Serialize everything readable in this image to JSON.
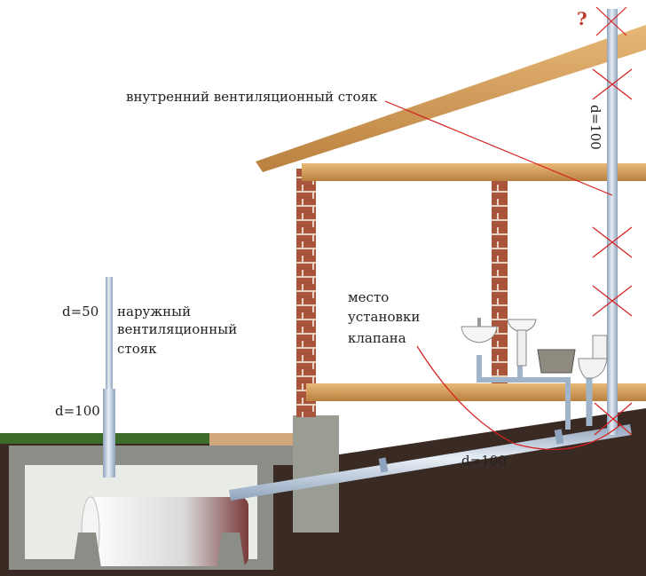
{
  "labels": {
    "inner_riser": "внутренний вентиляционный стояк",
    "inner_riser_diameter": "d=100",
    "outer_riser_diameter_top": "d=50",
    "outer_riser_line1": "наружный",
    "outer_riser_line2": "вентиляционный",
    "outer_riser_line3": "стояк",
    "outer_riser_diameter_bottom": "d=100",
    "valve_line1": "место",
    "valve_line2": "установки",
    "valve_line3": "клапана",
    "sewer_pipe_diameter": "d=100",
    "question_mark": "?"
  },
  "colors": {
    "soil": "#3a2a24",
    "wood": "#d9a25e",
    "brick": "#9c4a32",
    "pipe": "#b7c6d8",
    "annotation": "#d62020",
    "concrete": "#8a8e86",
    "grass": "#3e6b2a"
  }
}
